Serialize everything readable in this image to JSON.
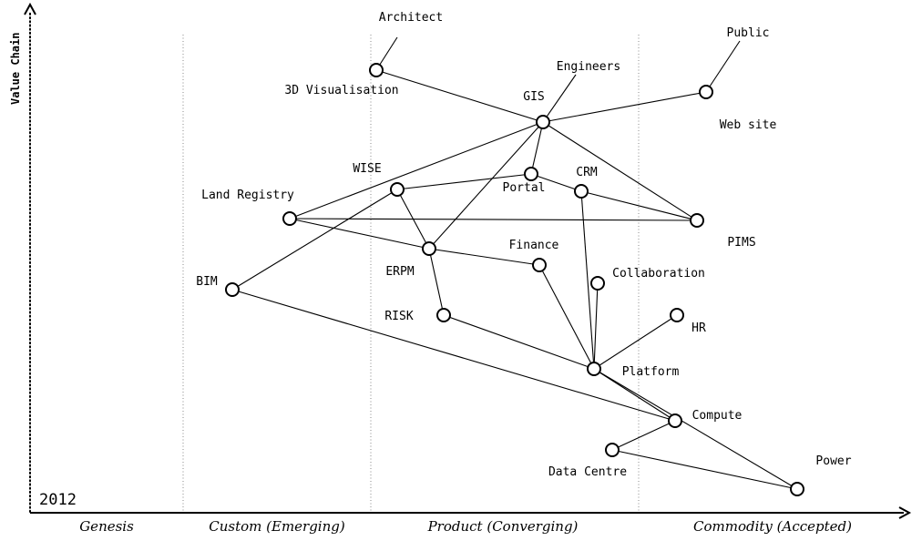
{
  "diagram": {
    "year": "2012",
    "y_axis_title": "Value Chain",
    "stages": [
      "Genesis",
      "Custom (Emerging)",
      "Product (Converging)",
      "Commodity (Accepted)"
    ],
    "nodes": [
      {
        "id": "3d-visualisation",
        "label": "3D Visualisation"
      },
      {
        "id": "gis",
        "label": "GIS"
      },
      {
        "id": "web-site",
        "label": "Web site"
      },
      {
        "id": "portal",
        "label": "Portal"
      },
      {
        "id": "wise",
        "label": "WISE"
      },
      {
        "id": "crm",
        "label": "CRM"
      },
      {
        "id": "land-registry",
        "label": "Land Registry"
      },
      {
        "id": "pims",
        "label": "PIMS"
      },
      {
        "id": "erpm",
        "label": "ERPM"
      },
      {
        "id": "finance",
        "label": "Finance"
      },
      {
        "id": "collaboration",
        "label": "Collaboration"
      },
      {
        "id": "bim",
        "label": "BIM"
      },
      {
        "id": "risk",
        "label": "RISK"
      },
      {
        "id": "hr",
        "label": "HR"
      },
      {
        "id": "platform",
        "label": "Platform"
      },
      {
        "id": "compute",
        "label": "Compute"
      },
      {
        "id": "data-centre",
        "label": "Data Centre"
      },
      {
        "id": "power",
        "label": "Power"
      }
    ],
    "users": [
      {
        "id": "architect",
        "label": "Architect"
      },
      {
        "id": "engineers",
        "label": "Engineers"
      },
      {
        "id": "public",
        "label": "Public"
      }
    ],
    "edges": [
      [
        "architect",
        "3d-visualisation"
      ],
      [
        "engineers",
        "gis"
      ],
      [
        "public",
        "web-site"
      ],
      [
        "3d-visualisation",
        "gis"
      ],
      [
        "web-site",
        "gis"
      ],
      [
        "gis",
        "portal"
      ],
      [
        "gis",
        "land-registry"
      ],
      [
        "gis",
        "erpm"
      ],
      [
        "gis",
        "pims"
      ],
      [
        "wise",
        "portal"
      ],
      [
        "wise",
        "erpm"
      ],
      [
        "wise",
        "bim"
      ],
      [
        "portal",
        "crm"
      ],
      [
        "crm",
        "pims"
      ],
      [
        "crm",
        "platform"
      ],
      [
        "land-registry",
        "pims"
      ],
      [
        "land-registry",
        "erpm"
      ],
      [
        "erpm",
        "finance"
      ],
      [
        "erpm",
        "risk"
      ],
      [
        "finance",
        "platform"
      ],
      [
        "risk",
        "platform"
      ],
      [
        "collaboration",
        "platform"
      ],
      [
        "hr",
        "platform"
      ],
      [
        "bim",
        "compute"
      ],
      [
        "platform",
        "compute"
      ],
      [
        "platform",
        "power"
      ],
      [
        "compute",
        "data-centre"
      ],
      [
        "data-centre",
        "power"
      ]
    ]
  }
}
